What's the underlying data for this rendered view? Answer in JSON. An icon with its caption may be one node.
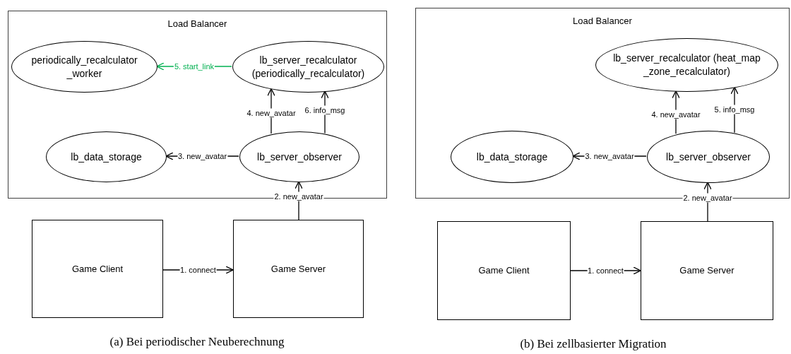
{
  "diagram": {
    "nodes": [
      {
        "text": [
          "Load Balancer"
        ]
      },
      {
        "text": [
          "periodically_recalculator_worker"
        ],
        "in": 0
      },
      {
        "text": [
          "lb_server_recalculator (periodically_recalculator)"
        ],
        "in": 0
      },
      {
        "text": [
          "lb_data_storage"
        ],
        "in": 0
      },
      {
        "text": [
          "lb_server_observer"
        ],
        "in": 0
      },
      {
        "text": [
          "Game Client"
        ]
      },
      {
        "text": [
          "Game Server"
        ]
      },
      {
        "text": [
          "Load Balancer"
        ]
      },
      {
        "text": [
          "lb_server_recalculator (heat_map_zone_recalculator)"
        ],
        "in": 7
      },
      {
        "text": [
          "lb_data_storage"
        ],
        "in": 7
      },
      {
        "text": [
          "lb_server_observer"
        ],
        "in": 7
      },
      {
        "text": [
          "Game Client"
        ]
      },
      {
        "text": [
          "Game Server"
        ]
      }
    ],
    "edges": [
      {
        "from": 2,
        "to": 1,
        "arrow": "to",
        "label": "5. start_link",
        "color": "#00b050"
      },
      {
        "from": 4,
        "to": 2,
        "arrow": "to",
        "label": "4. new_avatar"
      },
      {
        "from": 4,
        "to": 2,
        "arrow": "to",
        "label": "6. info_msg"
      },
      {
        "from": 4,
        "to": 3,
        "arrow": "to",
        "label": "3. new_avatar"
      },
      {
        "from": 6,
        "to": 4,
        "arrow": "to",
        "label": "2. new_avatar"
      },
      {
        "from": 5,
        "to": 6,
        "arrow": "to",
        "label": "1. connect"
      },
      {
        "from": 10,
        "to": 8,
        "arrow": "to",
        "label": "4. new_avatar"
      },
      {
        "from": 10,
        "to": 8,
        "arrow": "to",
        "label": "5. info_msg"
      },
      {
        "from": 10,
        "to": 9,
        "arrow": "to",
        "label": "3. new_avatar"
      },
      {
        "from": 12,
        "to": 10,
        "arrow": "to",
        "label": "2. new_avatar"
      },
      {
        "from": 11,
        "to": 12,
        "arrow": "to",
        "label": "1. connect"
      }
    ],
    "labels": [
      "(a) Bei periodischer Neuberechnung",
      "(b) Bei zellbasierter Migration"
    ]
  }
}
